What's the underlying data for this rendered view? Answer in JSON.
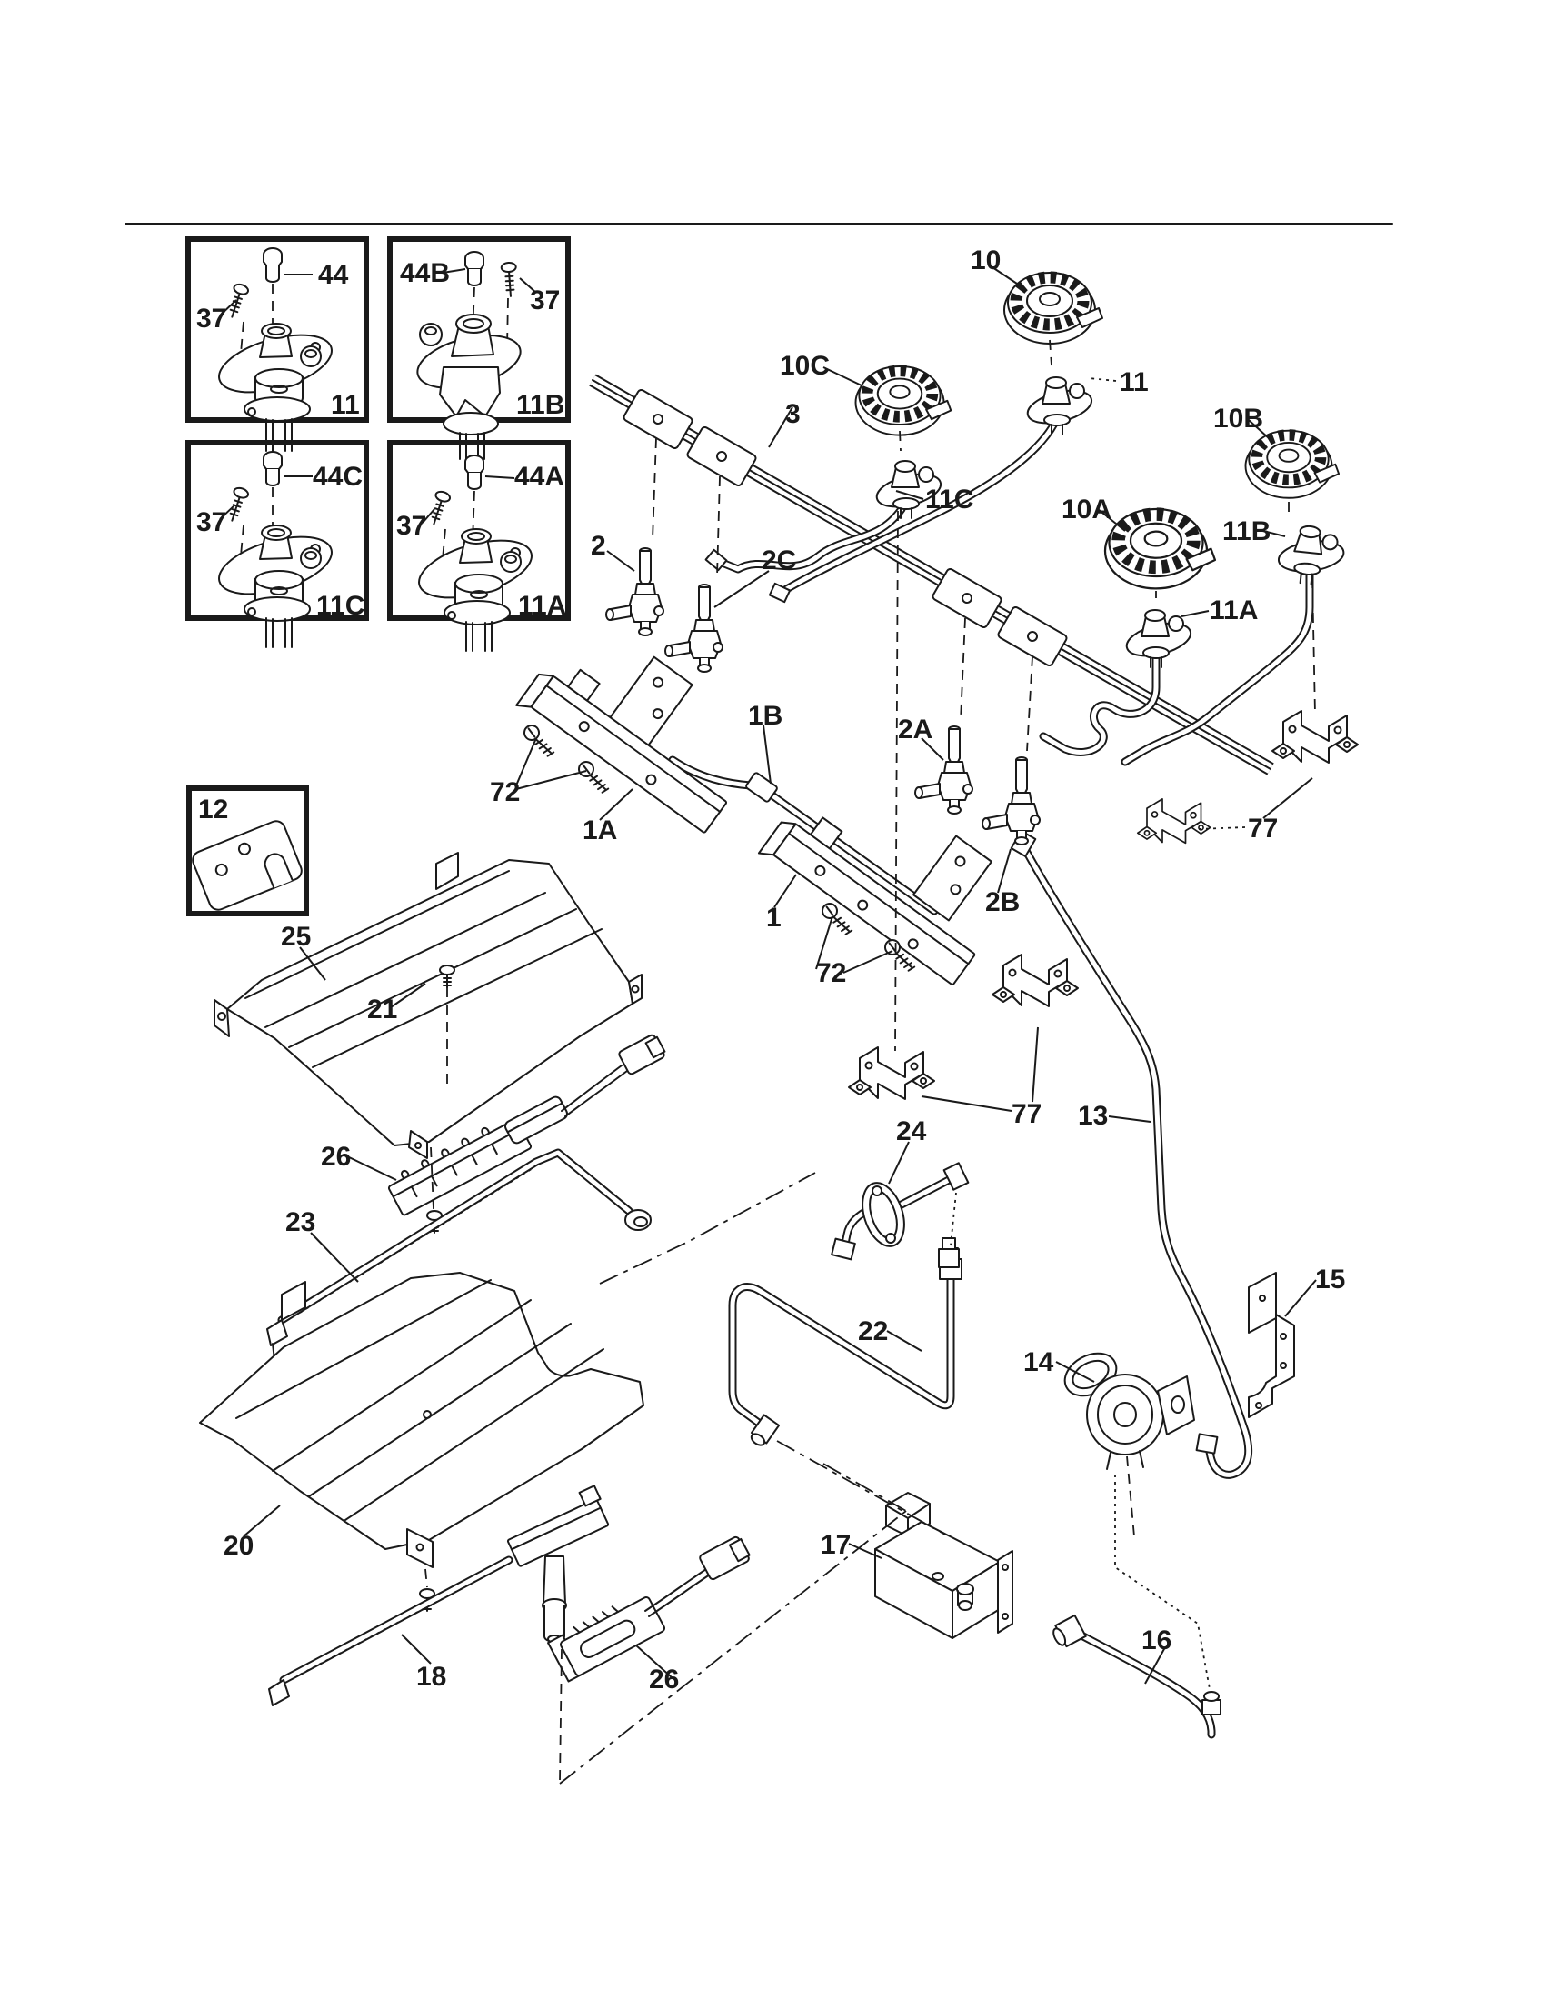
{
  "diagram": {
    "kind": "exploded-parts-diagram",
    "subject": "gas range burner, manifold and igniter assembly",
    "background": "#ffffff",
    "ink": "#1a1a1a",
    "insets": {
      "box_11": {
        "part_label": "11",
        "callouts": [
          {
            "ref": "44"
          },
          {
            "ref": "37"
          }
        ]
      },
      "box_11b": {
        "part_label": "11B",
        "callouts": [
          {
            "ref": "44B"
          },
          {
            "ref": "37"
          }
        ]
      },
      "box_11c": {
        "part_label": "11C",
        "callouts": [
          {
            "ref": "44C"
          },
          {
            "ref": "37"
          }
        ]
      },
      "box_11a": {
        "part_label": "11A",
        "callouts": [
          {
            "ref": "44A"
          },
          {
            "ref": "37"
          }
        ]
      },
      "box_12": {
        "part_label": "12"
      }
    },
    "callouts": {
      "c10": "10",
      "c10c": "10C",
      "c11": "11",
      "c10b": "10B",
      "c3": "3",
      "c10a": "10A",
      "c11c": "11C",
      "c11b": "11B",
      "c2": "2",
      "c2c": "2C",
      "c11a": "11A",
      "c2a": "2A",
      "c1b": "1B",
      "c72a": "72",
      "c1a": "1A",
      "c77a": "77",
      "c2b": "2B",
      "c1": "1",
      "c72b": "72",
      "c25": "25",
      "c21": "21",
      "c77b": "77",
      "c13": "13",
      "c24": "24",
      "c26a": "26",
      "c23": "23",
      "c22": "22",
      "c15": "15",
      "c14": "14",
      "c20": "20",
      "c18": "18",
      "c26b": "26",
      "c17": "17",
      "c16": "16"
    }
  }
}
